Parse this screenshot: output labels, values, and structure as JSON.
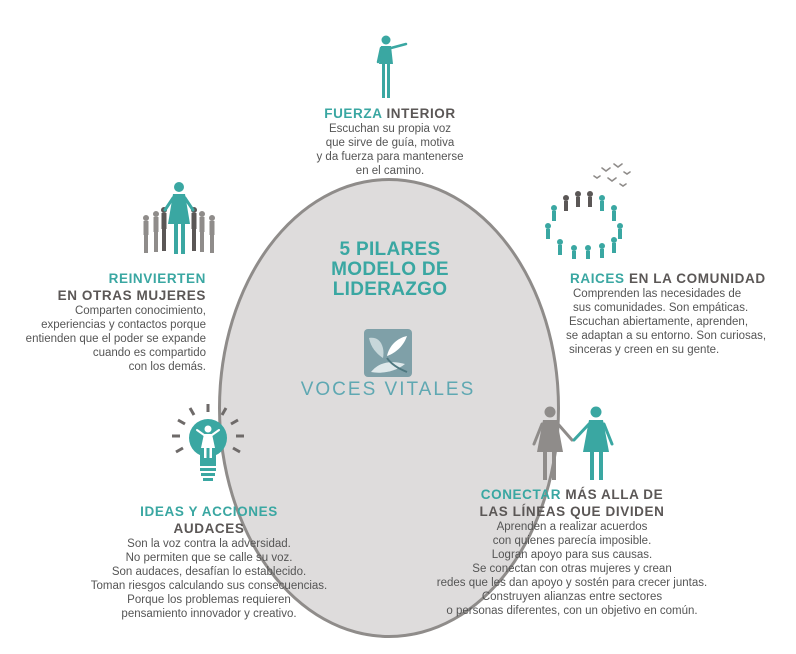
{
  "center": {
    "title_lines": [
      "5 PILARES",
      "MODELO DE",
      "LIDERAZGO"
    ],
    "logo_text": "VOCES VITALES"
  },
  "colors": {
    "teal": "#3aa7a2",
    "grey": "#5b5756",
    "circle_fill": "#dedcdc",
    "circle_border": "#8f8c8a"
  },
  "pillars": {
    "fuerza": {
      "icon": "woman-raised-arms-icon",
      "heading_accent": "FUERZA",
      "heading_rest": " INTERIOR",
      "body": [
        "Escuchan su propia voz",
        "que sirve de guía, motiva",
        "y da fuerza para mantenerse",
        "en el camino."
      ]
    },
    "raices": {
      "icon": "community-circle-birds-icon",
      "heading_accent": "RAICES",
      "heading_rest": " EN LA COMUNIDAD",
      "body": [
        "Comprenden las necesidades de",
        "sus comunidades. Son empáticas.",
        "Escuchan abiertamente, aprenden,",
        "se adaptan a su entorno. Son curiosas,",
        "sinceras y creen en su gente."
      ]
    },
    "conectar": {
      "icon": "two-women-holding-hands-icon",
      "heading_line1_accent": "CONECTAR",
      "heading_line1_rest": " MÁS ALLA DE",
      "heading_line2": "LAS LÍNEAS QUE DIVIDEN",
      "body": [
        "Aprenden a realizar acuerdos",
        "con quienes parecía imposible.",
        "Logran apoyo para sus causas.",
        "Se conectan con otras mujeres y crean",
        "redes que les dan apoyo y sostén para crecer juntas.",
        "Construyen alianzas entre sectores",
        "o personas diferentes, con un objetivo en común."
      ]
    },
    "ideas": {
      "icon": "lightbulb-woman-icon",
      "heading_line1": "IDEAS Y ACCIONES",
      "heading_line2": "AUDACES",
      "body": [
        "Son la voz contra la adversidad.",
        "No permiten que se calle su voz.",
        "Son audaces, desafían lo establecido.",
        "Toman riesgos calculando sus consecuencias.",
        "Porque los problemas requieren",
        "pensamiento innovador y creativo."
      ]
    },
    "reinvierten": {
      "icon": "woman-leading-group-icon",
      "heading_line1": "REINVIERTEN",
      "heading_line2": "EN OTRAS MUJERES",
      "body": [
        "Comparten conocimiento,",
        "experiencias y contactos porque",
        "entienden que el poder se expande",
        "cuando es compartido",
        "con los demás."
      ]
    }
  }
}
